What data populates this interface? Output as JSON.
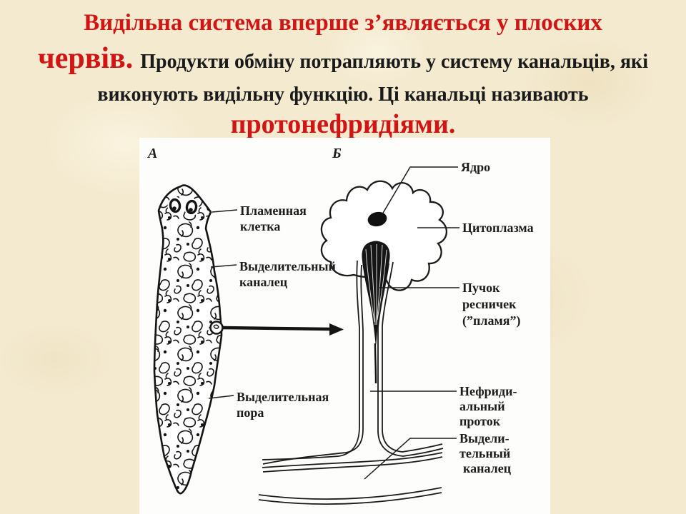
{
  "slide": {
    "title": {
      "line1": "Видільна система вперше з’являється у плоских",
      "line2_red": "червів.",
      "line2_black": "Продукти обміну потрапляють у систему канальців, які",
      "line3": "виконують видільну функцію. Ці канальці називають",
      "line4": "протонефридіями."
    },
    "colors": {
      "accent_red": "#d11515",
      "text_black": "#1a1a1a",
      "background_parchment": "#f4ead0",
      "panel_white": "#fdfdfb",
      "ink": "#1b1b1b"
    }
  },
  "diagram": {
    "panel_a_label": "А",
    "panel_b_label": "Б",
    "labels": {
      "flame_cell": [
        "Пламенная",
        "клетка"
      ],
      "excretory_canal_worm": [
        "Выделительный",
        "каналец"
      ],
      "excretory_pore": [
        "Выделительная",
        "пора"
      ],
      "nucleus": [
        "Ядро"
      ],
      "cytoplasm": [
        "Цитоплазма"
      ],
      "cilia_bundle": [
        "Пучок",
        "ресничек",
        "(”пламя”)"
      ],
      "nephridial_duct": [
        "Нефриди-",
        "альный",
        "проток"
      ],
      "excretory_canal_cell": [
        "Выдели-",
        "тельный",
        "каналец"
      ]
    }
  }
}
